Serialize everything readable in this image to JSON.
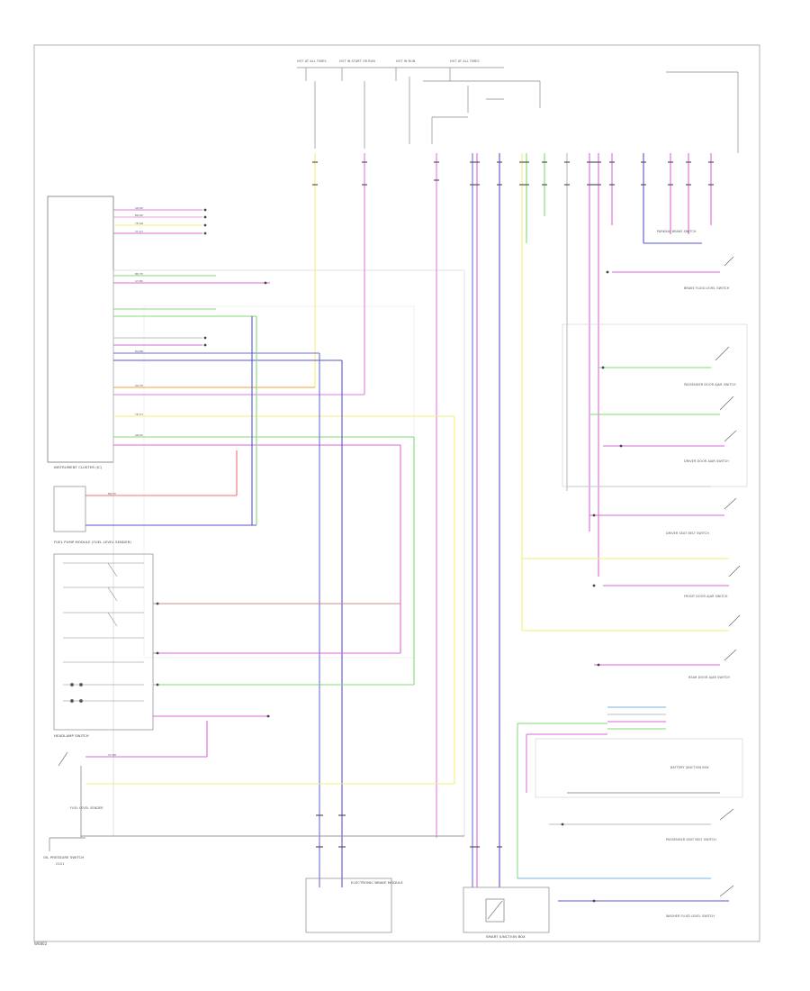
{
  "components": {
    "instrument_cluster": "INSTRUMENT CLUSTER (IC)",
    "fuel_pump_module": "FUEL PUMP MODULE (FUEL LEVEL SENDER)",
    "headlamp_switch": "HEADLAMP SWITCH",
    "fuel_level_sender": "FUEL LEVEL SENDER",
    "oil_pressure_switch": "OIL PRESSURE SWITCH",
    "parking_brake_switch": "PARKING BRAKE SWITCH",
    "brake_fluid_level_switch": "BRAKE FLUID LEVEL SWITCH",
    "electronic_module": "ELECTRONIC BRAKE MODULE",
    "battery_junction_box": "BATTERY JUNCTION BOX",
    "passenger_door_switch": "PASSENGER DOOR AJAR SWITCH",
    "driver_door_switch": "DRIVER DOOR AJAR SWITCH",
    "seat_belt_switch": "DRIVER SEAT BELT SWITCH",
    "front_door_switch": "FRONT DOOR AJAR SWITCH",
    "rear_door_switch": "REAR DOOR AJAR SWITCH",
    "passenger_belt_switch": "PASSENGER SEAT BELT SWITCH",
    "washer_fluid_switch": "WASHER FLUID LEVEL SWITCH",
    "smart_junction_box": "SMART JUNCTION BOX",
    "ground": "G101"
  },
  "fuses": [
    "HOT AT ALL TIMES",
    "HOT IN START OR RUN",
    "HOT IN RUN",
    "HOT AT ALL TIMES"
  ],
  "wire_labels": [
    "GN/WH",
    "BN/WH",
    "YE/GN",
    "VT/GY",
    "BK/YE",
    "GY/BU",
    "BU/BN",
    "YE/VT",
    "GN/OG",
    "BN/YE",
    "VT/WH",
    "OG/YE"
  ],
  "footer_code": "W6802"
}
